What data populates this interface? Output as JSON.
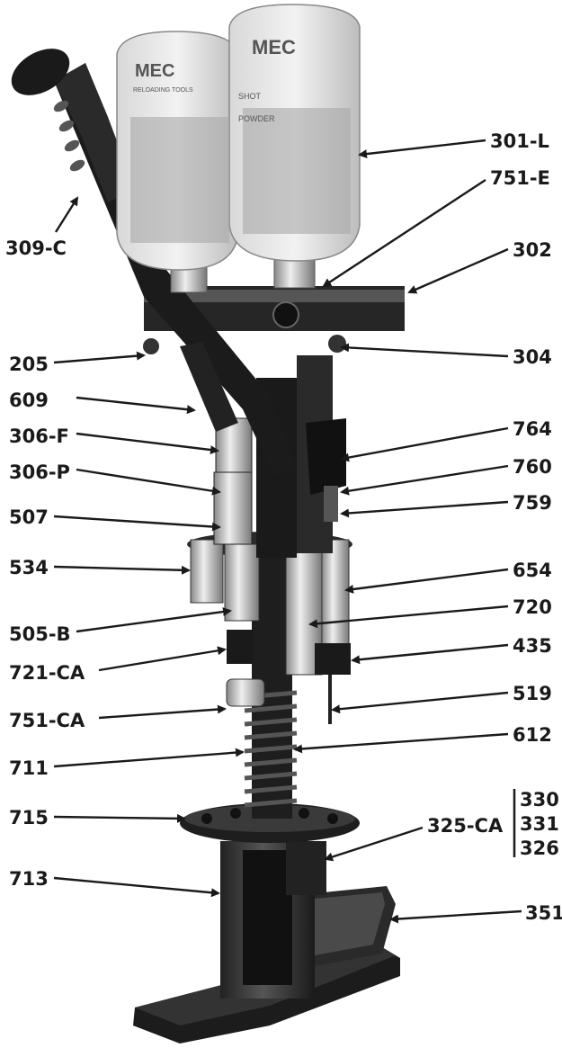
{
  "bottles": {
    "left_brand": "MEC",
    "right_brand": "MEC",
    "left_sub": "RELOADING TOOLS",
    "right_sub": "SHOT",
    "right_sub2": "POWDER"
  },
  "labels": [
    {
      "id": "301-L",
      "text": "301-L"
    },
    {
      "id": "751-E",
      "text": "751-E"
    },
    {
      "id": "309-C",
      "text": "309-C"
    },
    {
      "id": "302",
      "text": "302"
    },
    {
      "id": "205",
      "text": "205"
    },
    {
      "id": "304",
      "text": "304"
    },
    {
      "id": "609",
      "text": "609"
    },
    {
      "id": "306-F",
      "text": "306-F"
    },
    {
      "id": "764",
      "text": "764"
    },
    {
      "id": "306-P",
      "text": "306-P"
    },
    {
      "id": "760",
      "text": "760"
    },
    {
      "id": "507",
      "text": "507"
    },
    {
      "id": "759",
      "text": "759"
    },
    {
      "id": "534",
      "text": "534"
    },
    {
      "id": "654",
      "text": "654"
    },
    {
      "id": "505-B",
      "text": "505-B"
    },
    {
      "id": "720",
      "text": "720"
    },
    {
      "id": "721-CA",
      "text": "721-CA"
    },
    {
      "id": "435",
      "text": "435"
    },
    {
      "id": "519",
      "text": "519"
    },
    {
      "id": "751-CA",
      "text": "751-CA"
    },
    {
      "id": "612",
      "text": "612"
    },
    {
      "id": "711",
      "text": "711"
    },
    {
      "id": "715",
      "text": "715"
    },
    {
      "id": "325-CA",
      "text": "325-CA"
    },
    {
      "id": "330",
      "text": "330"
    },
    {
      "id": "331",
      "text": "331"
    },
    {
      "id": "326",
      "text": "326"
    },
    {
      "id": "713",
      "text": "713"
    },
    {
      "id": "351",
      "text": "351"
    }
  ]
}
